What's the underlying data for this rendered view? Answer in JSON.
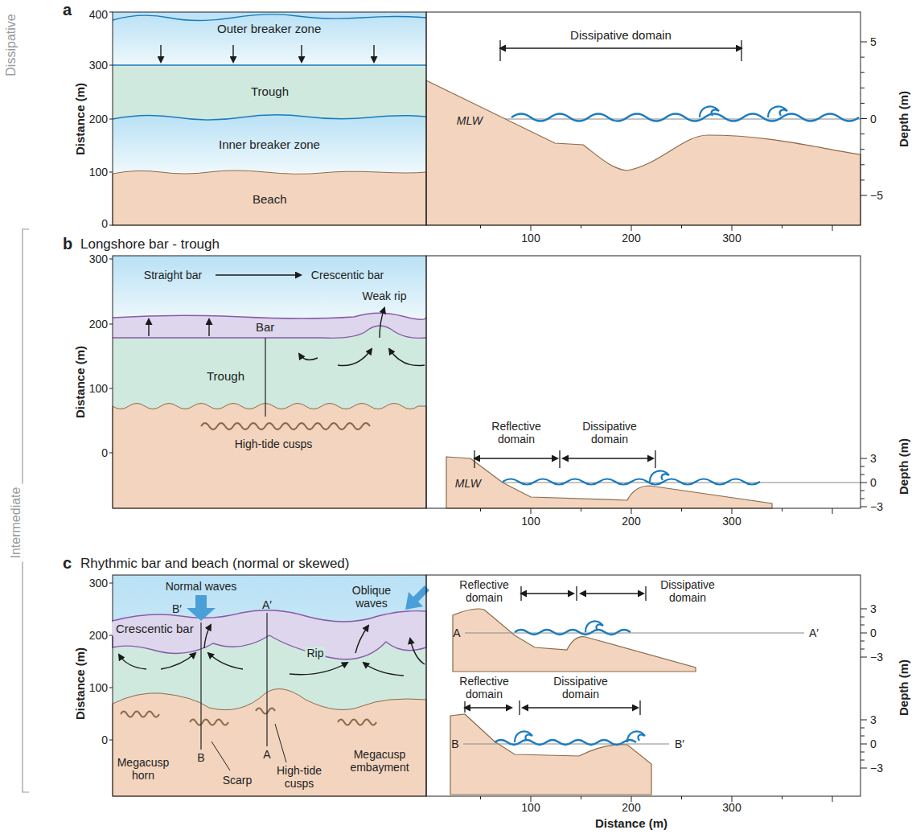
{
  "diagram": {
    "nodes": [
      {
        "text": [
          "Outer breaker zone"
        ]
      },
      {
        "text": [
          "Trough"
        ]
      },
      {
        "text": [
          "Inner breaker zone"
        ]
      },
      {
        "text": [
          "Beach"
        ]
      },
      {
        "text": [
          "Bar"
        ]
      },
      {
        "text": [
          "Trough"
        ]
      },
      {
        "text": [
          "Crescentic bar"
        ]
      }
    ],
    "labels": [
      "a",
      "Dissipative",
      "Distance (m)",
      "400",
      "300",
      "200",
      "100",
      "0",
      "Dissipative domain",
      "MLW",
      "5",
      "0",
      "−5",
      "100",
      "200",
      "300",
      "Depth (m)",
      "b",
      "Longshore bar - trough",
      "Intermediate",
      "Straight bar",
      "Crescentic bar",
      "Weak rip",
      "High-tide cusps",
      "300",
      "200",
      "100",
      "0",
      "Distance (m)",
      "Reflective domain",
      "Dissipative domain",
      "MLW",
      "3",
      "0",
      "−3",
      "100",
      "200",
      "300",
      "Depth (m)",
      "c",
      "Rhythmic bar and beach (normal or skewed)",
      "Normal waves",
      "B′",
      "A′",
      "Oblique waves",
      "Rip",
      "Megacusp horn",
      "B",
      "Scarp",
      "A",
      "High-tide cusps",
      "Megacusp embayment",
      "300",
      "200",
      "100",
      "0",
      "Distance (m)",
      "Reflective domain",
      "Dissipative domain",
      "A",
      "A′",
      "3",
      "0",
      "−3",
      "Reflective domain",
      "Dissipative domain",
      "B",
      "B′",
      "3",
      "0",
      "−3",
      "Depth (m)",
      "100",
      "200",
      "300",
      "Distance (m)"
    ]
  }
}
